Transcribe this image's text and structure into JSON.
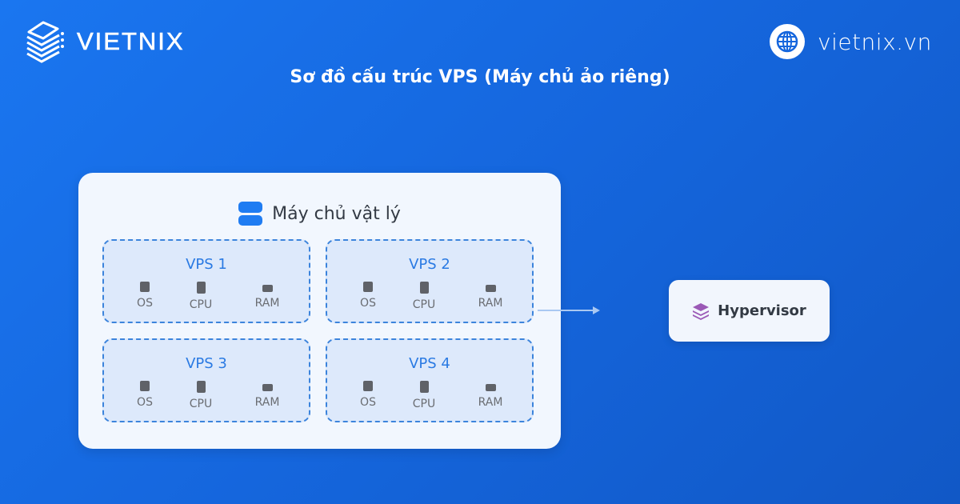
{
  "brand": {
    "logo_text": "VIETNIX",
    "website": "vietnix.vn"
  },
  "title": "Sơ đồ cấu trúc VPS (Máy chủ ảo riêng)",
  "host": {
    "title": "Máy chủ vật lý",
    "icon": "server-icon",
    "vps": [
      {
        "name": "VPS 1",
        "resources": [
          "OS",
          "CPU",
          "RAM"
        ]
      },
      {
        "name": "VPS 2",
        "resources": [
          "OS",
          "CPU",
          "RAM"
        ]
      },
      {
        "name": "VPS 3",
        "resources": [
          "OS",
          "CPU",
          "RAM"
        ]
      },
      {
        "name": "VPS 4",
        "resources": [
          "OS",
          "CPU",
          "RAM"
        ]
      }
    ]
  },
  "hypervisor": {
    "label": "Hypervisor",
    "icon": "layers-icon",
    "icon_color": "#9b59b6"
  },
  "colors": {
    "background": "#1a6ee8",
    "accent": "#2a7ae3",
    "card": "#f2f7fe"
  }
}
